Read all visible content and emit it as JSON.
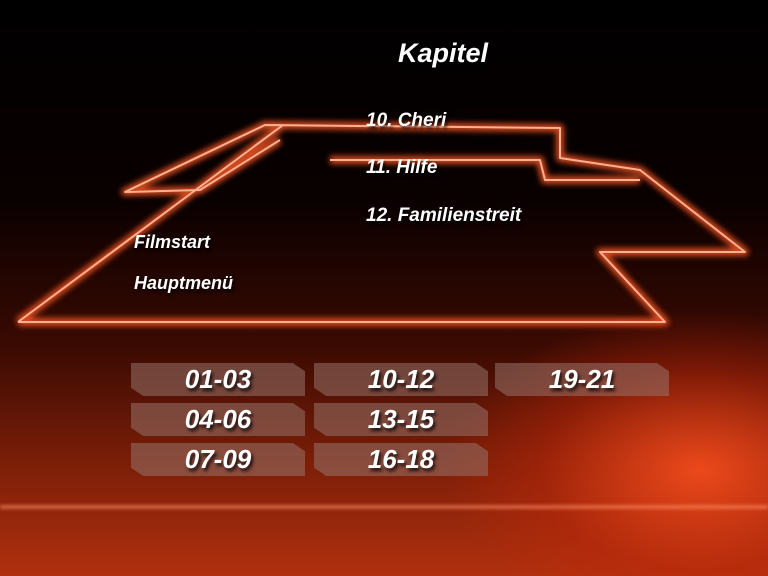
{
  "title": "Kapitel",
  "chapters": [
    {
      "label": "10. Cheri"
    },
    {
      "label": "11. Hilfe"
    },
    {
      "label": "12. Familienstreit"
    }
  ],
  "menu": {
    "filmstart": "Filmstart",
    "hauptmenu": "Hauptmenü"
  },
  "chapter_groups": [
    "01-03",
    "04-06",
    "07-09",
    "10-12",
    "13-15",
    "16-18",
    "19-21"
  ],
  "colors": {
    "neon": "#ff5a28",
    "button": "#96736a"
  }
}
